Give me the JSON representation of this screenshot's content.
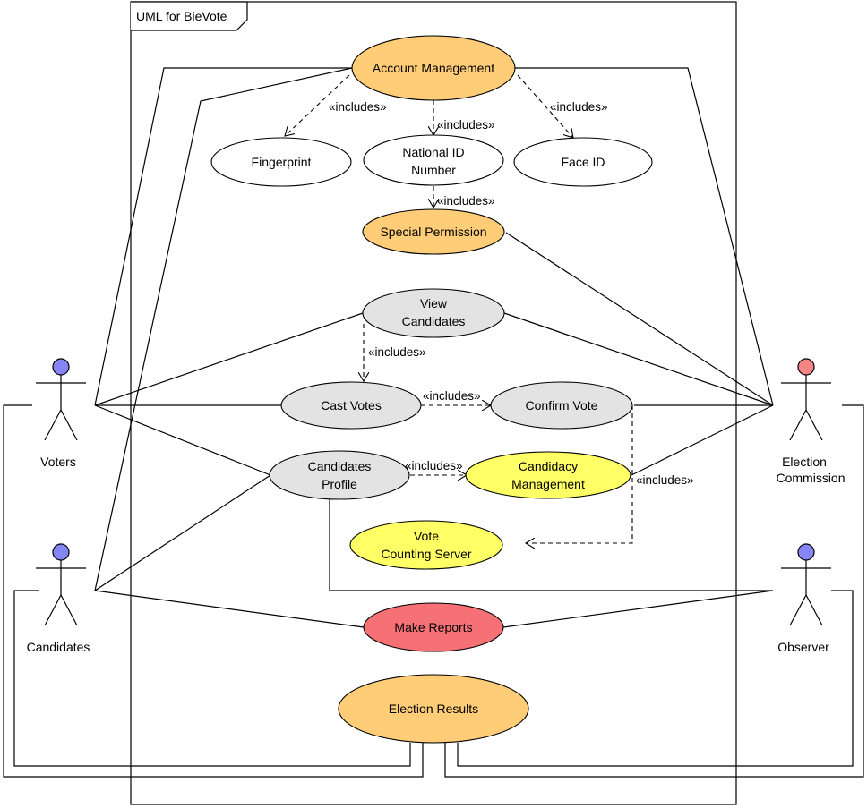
{
  "frame": {
    "title": "UML for BieVote"
  },
  "colors": {
    "orange": "#FFCC77",
    "gray": "#E3E3E3",
    "yellow": "#FFFF66",
    "red": "#F67176",
    "white": "#FFFFFF",
    "actor_blue": "#8585F5",
    "actor_red": "#F58585"
  },
  "use_cases": {
    "account_management": {
      "label": "Account Management"
    },
    "fingerprint": {
      "label": "Fingerprint"
    },
    "national_id": {
      "line1": "National ID",
      "line2": "Number"
    },
    "face_id": {
      "label": "Face ID"
    },
    "special_permission": {
      "label": "Special Permission"
    },
    "view_candidates": {
      "line1": "View",
      "line2": "Candidates"
    },
    "cast_votes": {
      "label": "Cast Votes"
    },
    "confirm_vote": {
      "label": "Confirm Vote"
    },
    "candidates_profile": {
      "line1": "Candidates",
      "line2": "Profile"
    },
    "candidacy_management": {
      "line1": "Candidacy",
      "line2": "Management"
    },
    "vote_counting_server": {
      "line1": "Vote",
      "line2": "Counting Server"
    },
    "make_reports": {
      "label": "Make Reports"
    },
    "election_results": {
      "label": "Election Results"
    }
  },
  "actors": {
    "voters": {
      "label": "Voters"
    },
    "candidates": {
      "label": "Candidates"
    },
    "election_commission": {
      "line1": "Election",
      "line2": "Commission"
    },
    "observer": {
      "label": "Observer"
    }
  },
  "relations": {
    "includes": "«includes»"
  }
}
